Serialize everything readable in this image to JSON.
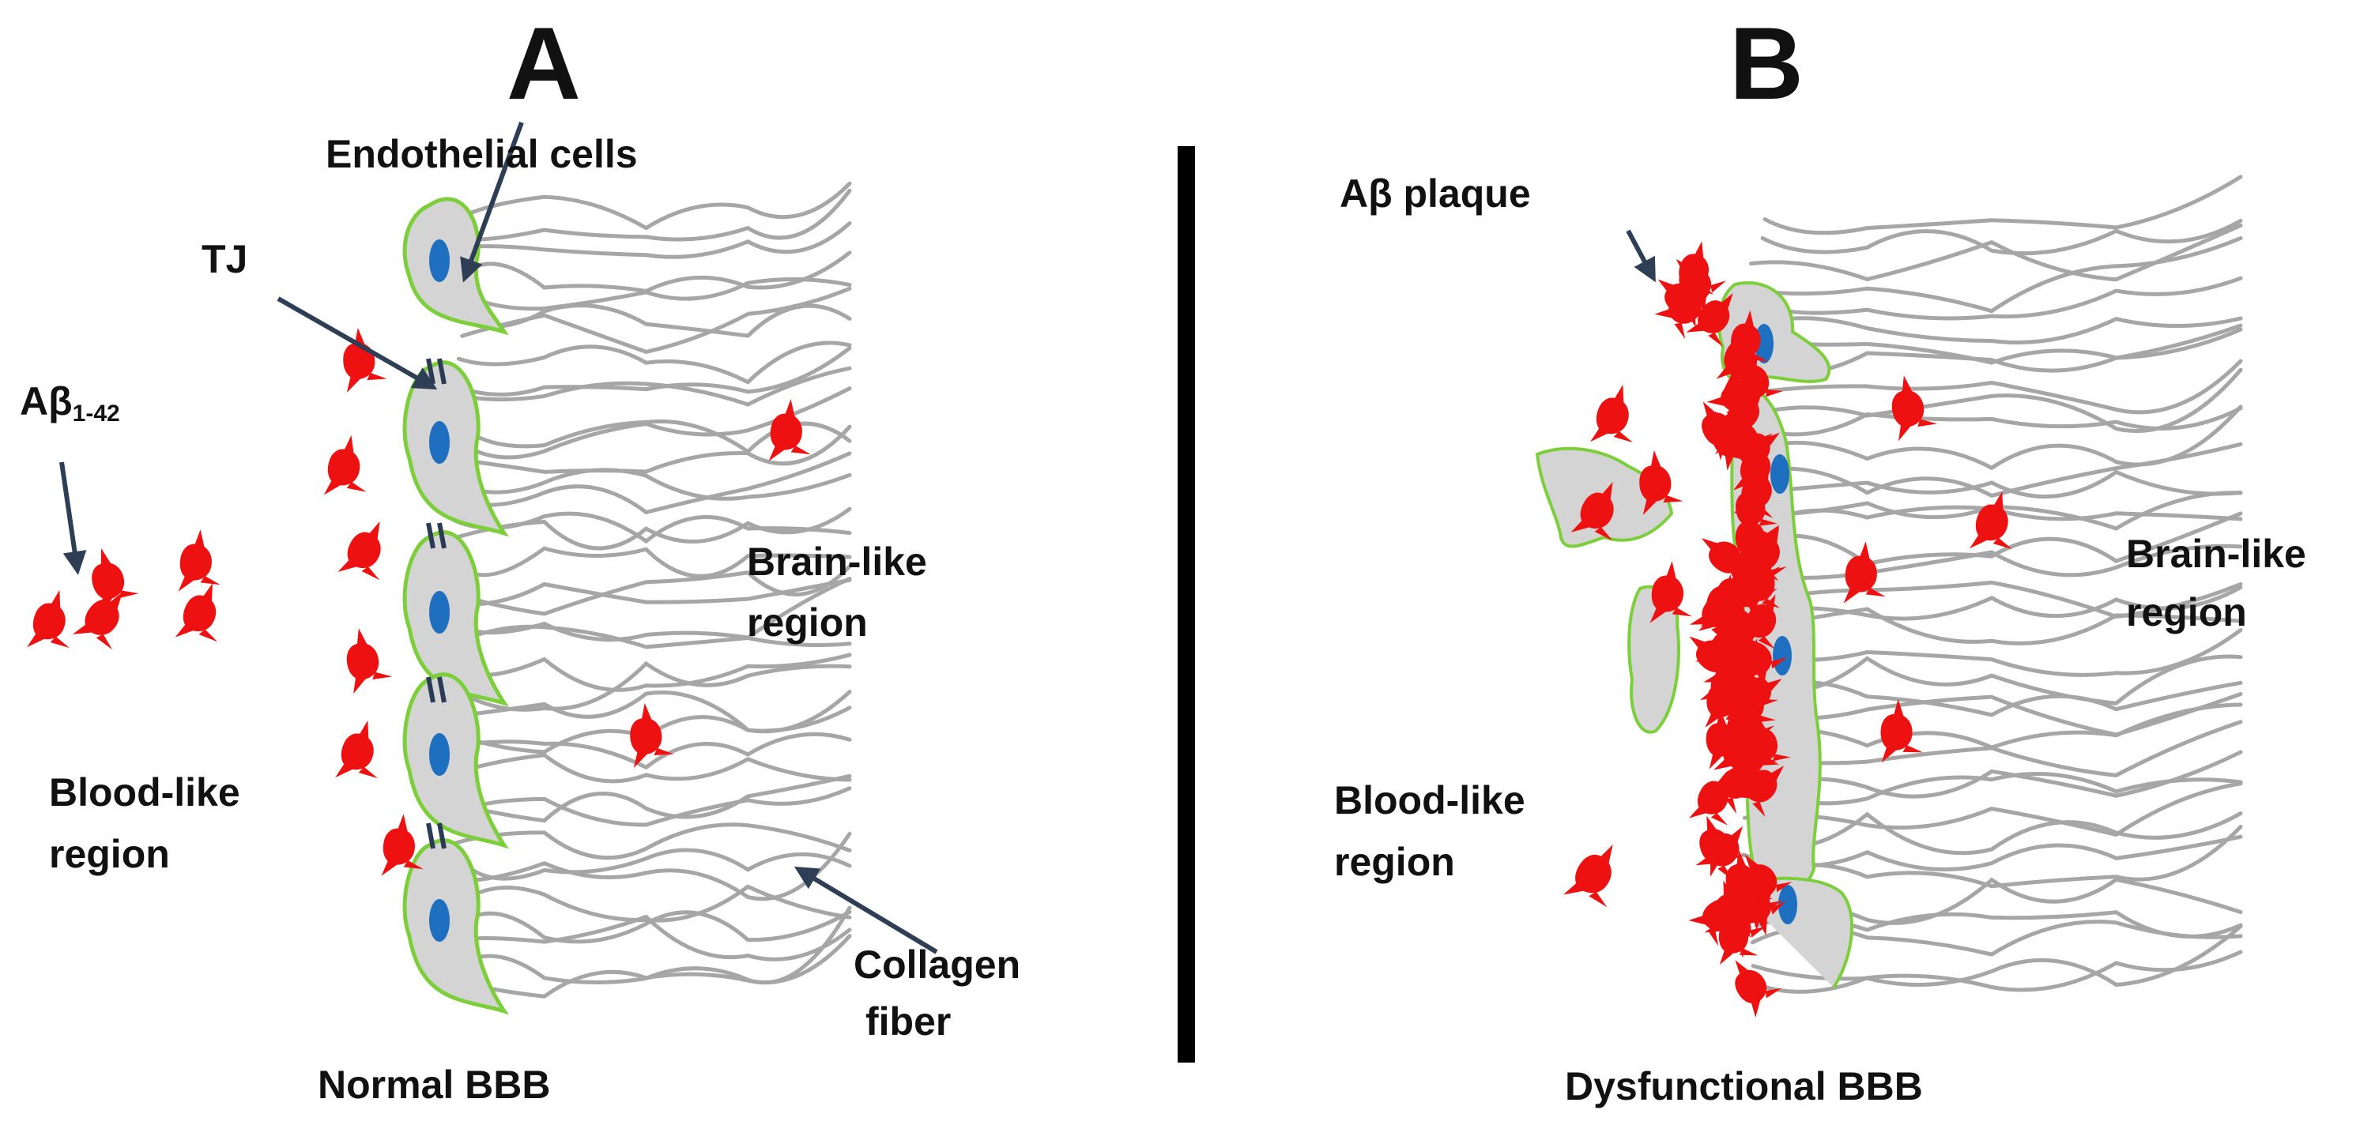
{
  "colors": {
    "fiber": "#a6a6a6",
    "cell_fill": "#d4d4d4",
    "cell_border": "#7ccf3a",
    "nucleus": "#1e6fbf",
    "abeta": "#ee1111",
    "arrow": "#2e3e55",
    "divider": "#000000"
  },
  "panel_a": {
    "letter": "A",
    "caption": "Normal BBB",
    "labels": {
      "endothelial": "Endothelial cells",
      "tj": "TJ",
      "abeta_prefix": "Aβ",
      "abeta_sub": "1-42",
      "brain_line1": "Brain-like",
      "brain_line2": "region",
      "blood_line1": "Blood-like",
      "blood_line2": "region",
      "collagen_line1": "Collagen",
      "collagen_line2": "fiber"
    }
  },
  "panel_b": {
    "letter": "B",
    "caption": "Dysfunctional BBB",
    "labels": {
      "plaque": "Aβ plaque",
      "brain_line1": "Brain-like",
      "brain_line2": "region",
      "blood_line1": "Blood-like",
      "blood_line2": "region"
    }
  }
}
